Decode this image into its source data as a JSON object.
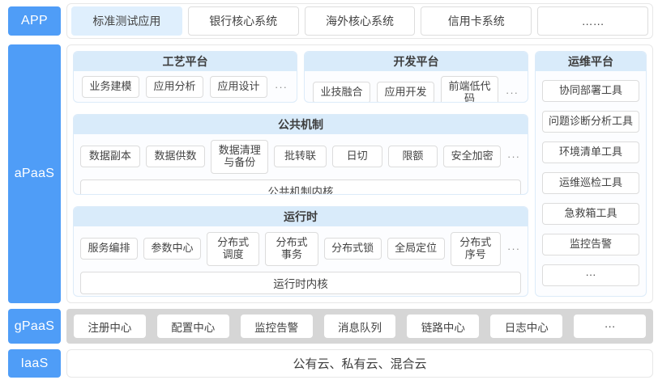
{
  "colors": {
    "layer_blue": "#4F9DF7",
    "panel_header_blue": "#D9EBFA",
    "highlight_app_bg": "#DFEFFD",
    "gpaas_gray": "#D6D6D6",
    "button_border": "#DCDCDC"
  },
  "layers": {
    "app": {
      "label": "APP",
      "items": [
        "标准测试应用",
        "银行核心系统",
        "海外核心系统",
        "信用卡系统",
        "……"
      ]
    },
    "apaas": {
      "label": "aPaaS",
      "panels": {
        "process": {
          "title": "工艺平台",
          "items": [
            "业务建模",
            "应用分析",
            "应用设计"
          ],
          "more": "···"
        },
        "dev": {
          "title": "开发平台",
          "items": [
            "业技融合",
            "应用开发",
            "前端低代码"
          ],
          "more": "···"
        },
        "ops": {
          "title": "运维平台",
          "items": [
            "协同部署工具",
            "问题诊断分析工具",
            "环境清单工具",
            "运维巡检工具",
            "急救箱工具",
            "监控告警",
            "···"
          ]
        },
        "common": {
          "title": "公共机制",
          "items": [
            "数据副本",
            "数据供数",
            "数据清理\n与备份",
            "批转联",
            "日切",
            "限额",
            "安全加密"
          ],
          "more": "···",
          "kernel": "公共机制内核"
        },
        "runtime": {
          "title": "运行时",
          "items": [
            "服务编排",
            "参数中心",
            "分布式\n调度",
            "分布式\n事务",
            "分布式锁",
            "全局定位",
            "分布式\n序号"
          ],
          "more": "···",
          "kernel": "运行时内核"
        }
      }
    },
    "gpaas": {
      "label": "gPaaS",
      "items": [
        "注册中心",
        "配置中心",
        "监控告警",
        "消息队列",
        "链路中心",
        "日志中心",
        "···"
      ]
    },
    "iaas": {
      "label": "IaaS",
      "text": "公有云、私有云、混合云"
    }
  }
}
